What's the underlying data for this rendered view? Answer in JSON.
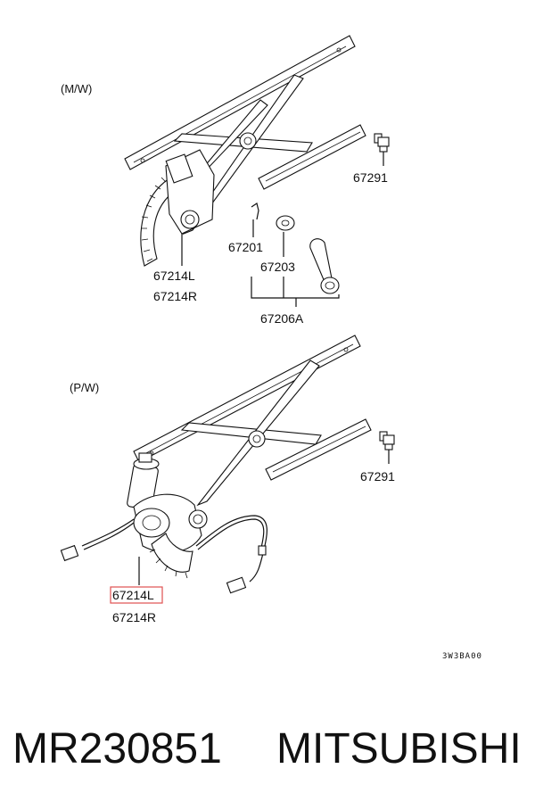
{
  "sections": {
    "manual": "(M/W)",
    "power": "(P/W)"
  },
  "labels": {
    "mw_bolt": "67291",
    "mw_regulator_l": "67214L",
    "mw_regulator_r": "67214R",
    "clip": "67201",
    "washer": "67203",
    "handle_kit": "67206A",
    "pw_bolt": "67291",
    "pw_regulator_l": "67214L",
    "pw_regulator_r": "67214R"
  },
  "drawing_code": "3W3BA00",
  "footer": {
    "part_number": "MR230851",
    "brand": "MITSUBISHI"
  },
  "highlight_color": "#e05050"
}
